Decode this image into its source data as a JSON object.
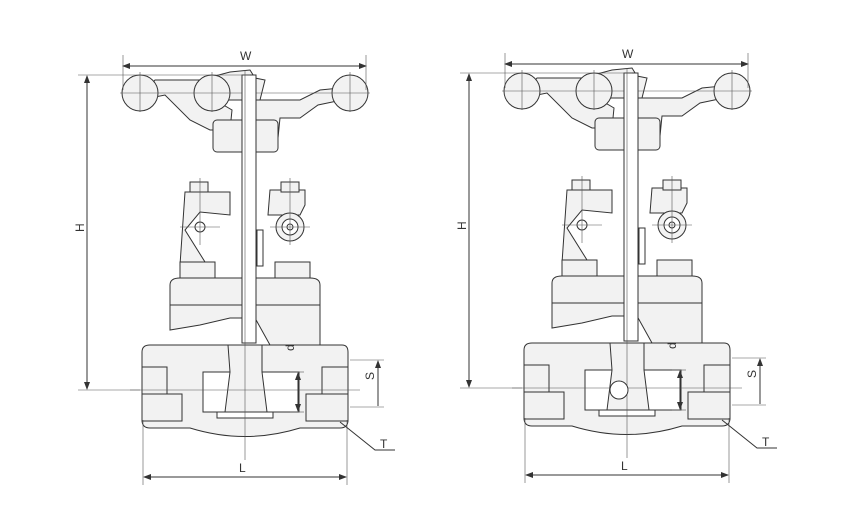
{
  "title": "Forged steel gate valve dimension drawing",
  "views": [
    {
      "name": "gate-valve-view",
      "labels": {
        "width": "W",
        "height": "H",
        "length": "L",
        "bore": "d",
        "socket": "S",
        "thread": "T"
      }
    },
    {
      "name": "gate-valve-alt-view",
      "labels": {
        "width": "W",
        "height": "H",
        "length": "L",
        "bore": "d",
        "socket": "S",
        "thread": "T"
      }
    }
  ],
  "colors": {
    "line": "#333333",
    "background": "#ffffff"
  }
}
